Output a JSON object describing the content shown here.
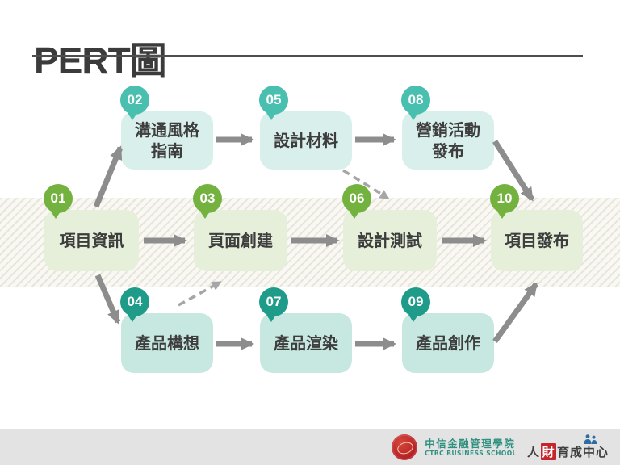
{
  "title": {
    "text": "PERT圖"
  },
  "palette": {
    "badge_green": "#74b23f",
    "badge_teal": "#49c0af",
    "badge_dark_teal": "#1f9c89",
    "box_top_row": "#d9efeb",
    "box_middle_row": "#e5efda",
    "box_bottom_row": "#c7e8e0",
    "arrow_gray": "#8d8d8d",
    "dashed_arrow_gray": "#a6a6a6",
    "footer_bg": "#e3e3e3",
    "school_teal": "#2f9080",
    "logo_red": "#c5262c",
    "people_icon_blue": "#2d6da3"
  },
  "nodes": [
    {
      "id": "01",
      "label": "項目資訊"
    },
    {
      "id": "02",
      "label": "溝通風格\n指南"
    },
    {
      "id": "03",
      "label": "頁面創建"
    },
    {
      "id": "04",
      "label": "產品構想"
    },
    {
      "id": "05",
      "label": "設計材料"
    },
    {
      "id": "06",
      "label": "設計測試"
    },
    {
      "id": "07",
      "label": "產品渲染"
    },
    {
      "id": "08",
      "label": "營銷活動\n發布"
    },
    {
      "id": "09",
      "label": "產品創作"
    },
    {
      "id": "10",
      "label": "項目發布"
    }
  ],
  "edges": {
    "solid": [
      "01→02",
      "01→03",
      "01→04",
      "02→05",
      "03→06",
      "04→07",
      "05→08",
      "06→10",
      "07→09",
      "08→10",
      "09→10"
    ],
    "dashed": [
      "05→06",
      "04→03"
    ]
  },
  "footer": {
    "school_name": "中信金融管理學院",
    "school_subtitle": "CTBC BUSINESS SCHOOL",
    "talent_prefix": "人",
    "talent_highlight": "財",
    "talent_suffix": "育成中心"
  }
}
